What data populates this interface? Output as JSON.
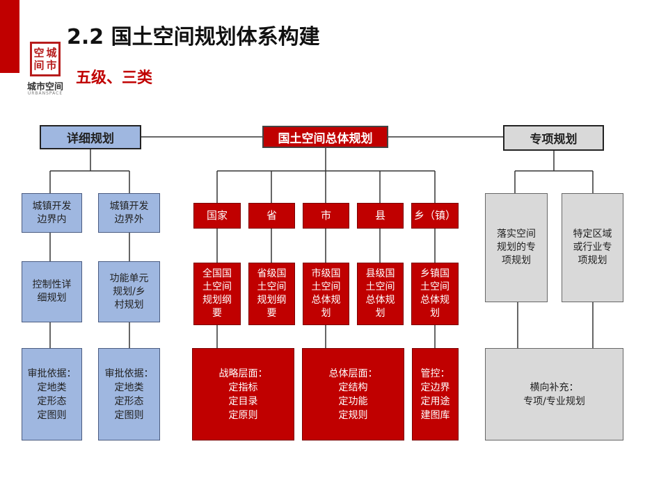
{
  "header": {
    "title": "2.2 国土空间规划体系构建",
    "subtitle": "五级、三类",
    "logo_seal_chars": [
      "空",
      "城",
      "间",
      "市"
    ],
    "logo_text": "城市空间",
    "logo_sub": "URBANSPACE"
  },
  "colors": {
    "brand_red": "#c00000",
    "blue": "#9fb7e0",
    "gray": "#d9d9d9"
  },
  "diagram": {
    "center_head": "国土空间总体规划",
    "left_head": "详细规划",
    "right_head": "专项规划",
    "left": {
      "col1": {
        "top": "城镇开发\n边界内",
        "mid": "控制性详\n细规划",
        "bottom": "审批依据：\n定地类\n定形态\n定图则"
      },
      "col2": {
        "top": "城镇开发\n边界外",
        "mid": "功能单元\n规划/乡\n村规划",
        "bottom": "审批依据：\n定地类\n定形态\n定图则"
      }
    },
    "levels": [
      "国家",
      "省",
      "市",
      "县",
      "乡（镇）"
    ],
    "plans": [
      "全国国\n土空间\n规划纲\n要",
      "省级国\n土空间\n规划纲\n要",
      "市级国\n土空间\n总体规\n划",
      "县级国\n土空间\n总体规\n划",
      "乡镇国\n土空间\n总体规\n划"
    ],
    "layers": {
      "strategic": "战略层面：\n定指标\n定目录\n定原则",
      "overall": "总体层面：\n定结构\n定功能\n定规则",
      "control": "管控：\n定边界\n定用途\n建图库"
    },
    "right": {
      "col1": "落实空间\n规划的专\n项规划",
      "col2": "特定区域\n或行业专\n项规划",
      "bottom": "横向补充：\n专项/专业规划"
    }
  }
}
